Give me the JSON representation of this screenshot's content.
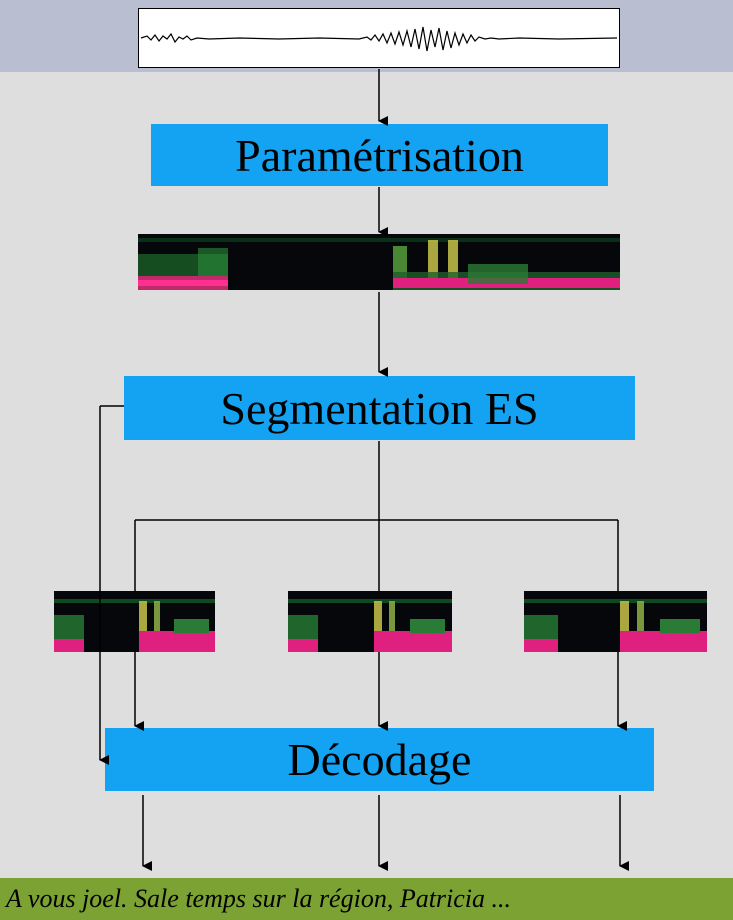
{
  "diagram": {
    "steps": {
      "parametrisation": "Paramétrisation",
      "segmentation": "Segmentation ES",
      "decodage": "Décodage"
    },
    "output_caption": "A vous joel. Sale temps sur la région, Patricia ..."
  },
  "colors": {
    "background": "#dedede",
    "top_band": "#b9bfd0",
    "process_box": "#13a3f2",
    "caption_bg": "#7ba233"
  },
  "icons": {
    "waveform": "audio-waveform",
    "spectrogram": "spectrogram-image"
  }
}
